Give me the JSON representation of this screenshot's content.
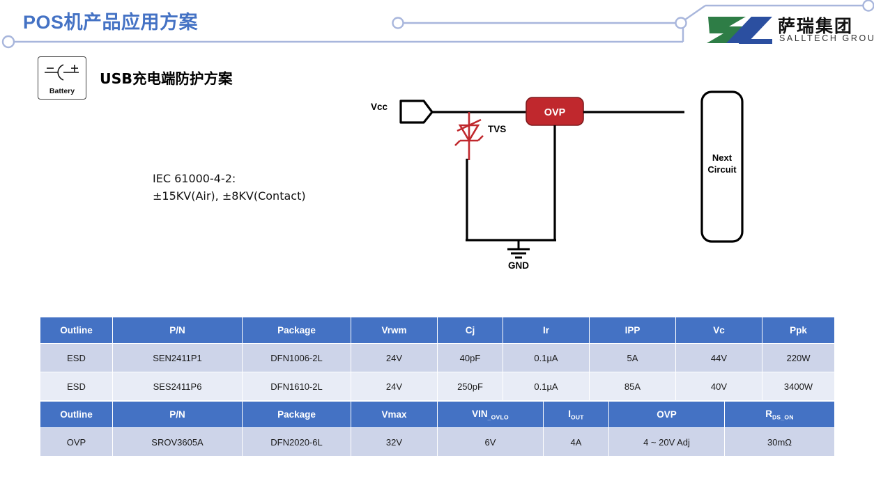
{
  "header": {
    "title": "POS机产品应用方案",
    "title_color": "#4472C4",
    "deco_line_color": "#A8B6DC"
  },
  "logo": {
    "cn_name": "萨瑞集团",
    "en_name": "SALLTECH GROUP",
    "mark_green": "#2E7D46",
    "mark_blue": "#2B4FA0"
  },
  "badge": {
    "icon_name": "battery-icon",
    "label": "Battery",
    "minus": "–",
    "plus": "+"
  },
  "section": {
    "title": "USB充电端防护方案"
  },
  "note": {
    "line1": "IEC 61000-4-2:",
    "line2": "±15KV(Air), ±8KV(Contact)"
  },
  "circuit": {
    "vcc_label": "Vcc",
    "tvs_label": "TVS",
    "ovp_label": "OVP",
    "ovp_color": "#C0282D",
    "gnd_label": "GND",
    "next_circuit_line1": "Next",
    "next_circuit_line2": "Circuit",
    "tvs_color": "#C0282D",
    "wire_color": "#000000"
  },
  "table1": {
    "headers": [
      "Outline",
      "P/N",
      "Package",
      "Vrwm",
      "Cj",
      "Ir",
      "IPP",
      "Vc",
      "Ppk"
    ],
    "rows": [
      [
        "ESD",
        "SEN2411P1",
        "DFN1006-2L",
        "24V",
        "40pF",
        "0.1µA",
        "5A",
        "44V",
        "220W"
      ],
      [
        "ESD",
        "SES2411P6",
        "DFN1610-2L",
        "24V",
        "250pF",
        "0.1µA",
        "85A",
        "40V",
        "3400W"
      ]
    ]
  },
  "table2": {
    "headers": [
      {
        "main": "Outline",
        "sub": ""
      },
      {
        "main": "P/N",
        "sub": ""
      },
      {
        "main": "Package",
        "sub": ""
      },
      {
        "main": "Vmax",
        "sub": ""
      },
      {
        "main": "VIN",
        "sub": "_OVLO"
      },
      {
        "main": "I",
        "sub": "OUT"
      },
      {
        "main": "OVP",
        "sub": ""
      },
      {
        "main": "R",
        "sub": "DS_ON"
      }
    ],
    "rows": [
      [
        "OVP",
        "SROV3605A",
        "DFN2020-6L",
        "32V",
        "6V",
        "4A",
        "4 ~ 20V Adj",
        "30mΩ"
      ]
    ]
  },
  "theme": {
    "header_blue": "#4472C4",
    "row_odd": "#CDD4E9",
    "row_even": "#E8ECF6"
  }
}
